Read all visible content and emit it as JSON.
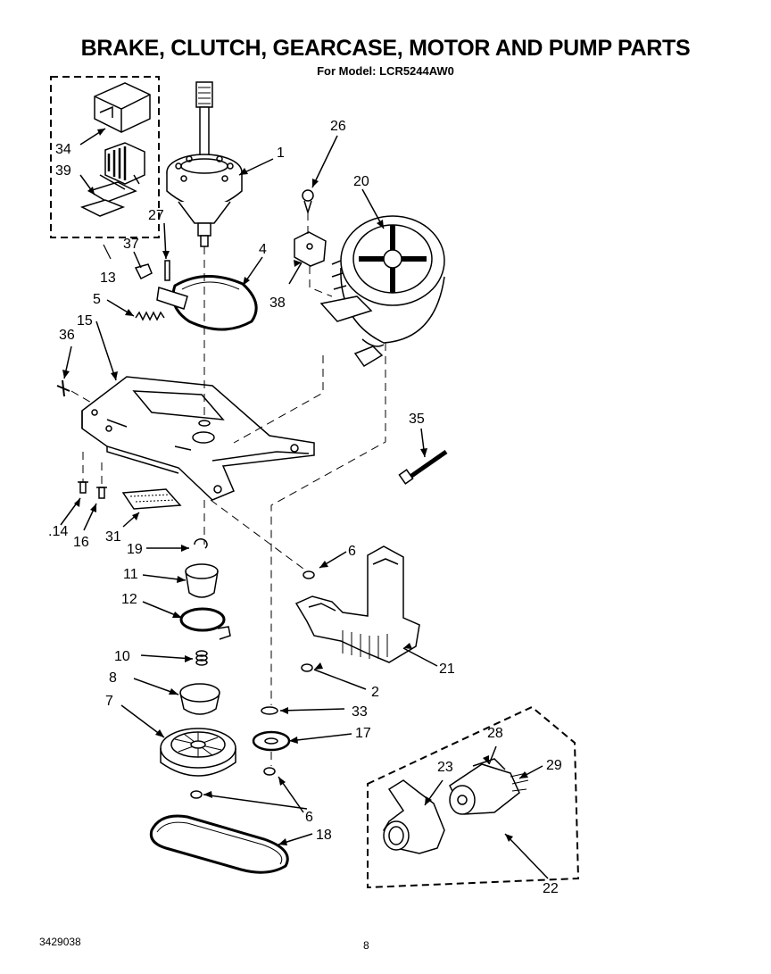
{
  "header": {
    "title": "BRAKE, CLUTCH, GEARCASE, MOTOR AND PUMP PARTS",
    "subtitle": "For Model: LCR5244AW0"
  },
  "footer": {
    "document_number": "3429038",
    "page_number": "8"
  },
  "callouts": {
    "n1": "1",
    "n2": "2",
    "n4": "4",
    "n5": "5",
    "n6a": "6",
    "n6b": "6",
    "n7": "7",
    "n8": "8",
    "n10": "10",
    "n11": "11",
    "n12": "12",
    "n13": "13",
    "n14": ".14",
    "n15": "15",
    "n16": "16",
    "n17": "17",
    "n18": "18",
    "n19": "19",
    "n20": "20",
    "n21": "21",
    "n22": "22",
    "n23": "23",
    "n26": "26",
    "n27": "27",
    "n28": "28",
    "n29": "29",
    "n31": "31",
    "n33": "33",
    "n34": "34",
    "n35": "35",
    "n36": "36",
    "n37": "37",
    "n38": "38",
    "n39": "39"
  }
}
